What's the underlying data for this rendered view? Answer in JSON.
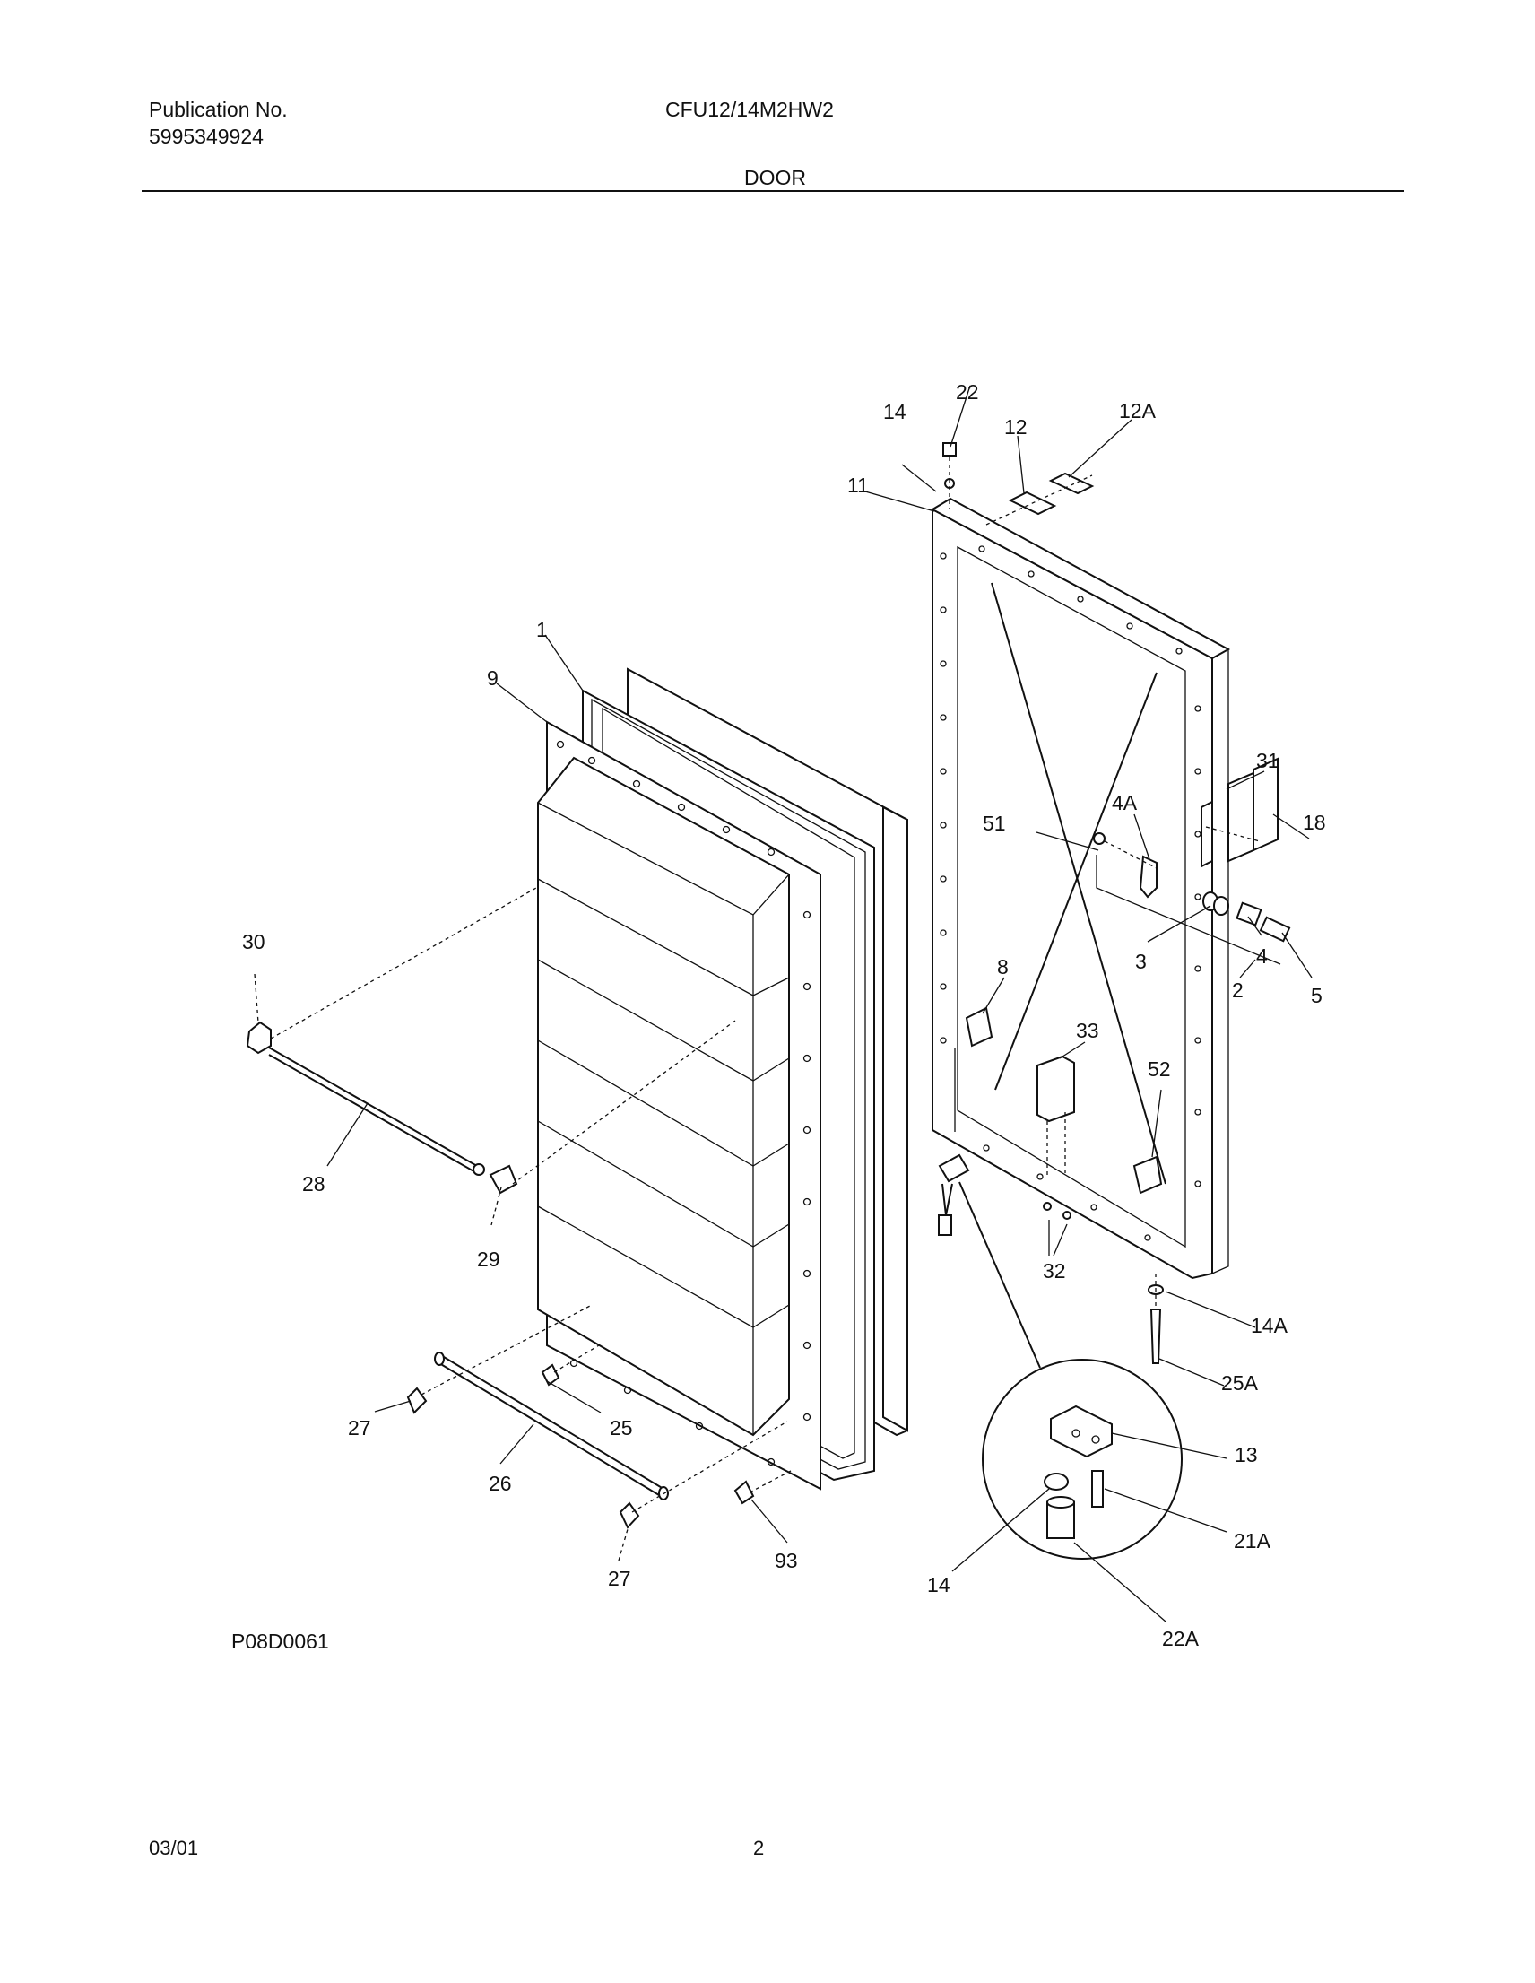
{
  "header": {
    "publication_label": "Publication No.",
    "publication_number": "5995349924",
    "model": "CFU12/14M2HW2",
    "section": "DOOR"
  },
  "diagram": {
    "figure_id": "P08D0061",
    "callouts": {
      "c1": "1",
      "c2": "2",
      "c3": "3",
      "c4": "4",
      "c4a": "4A",
      "c5": "5",
      "c8": "8",
      "c9": "9",
      "c11": "11",
      "c12": "12",
      "c12a": "12A",
      "c13": "13",
      "c14top": "14",
      "c14a": "14A",
      "c14det": "14",
      "c18": "18",
      "c21a": "21A",
      "c22": "22",
      "c22a": "22A",
      "c25": "25",
      "c25a": "25A",
      "c26": "26",
      "c27a": "27",
      "c27b": "27",
      "c28": "28",
      "c29": "29",
      "c30": "30",
      "c31": "31",
      "c32": "32",
      "c33": "33",
      "c51": "51",
      "c52": "52",
      "c93": "93"
    }
  },
  "footer": {
    "date": "03/01",
    "page": "2"
  }
}
